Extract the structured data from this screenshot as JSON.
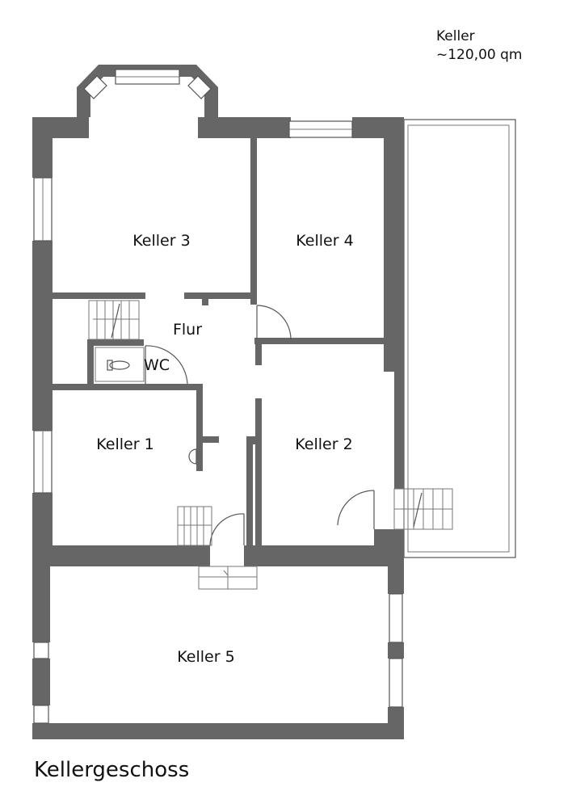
{
  "header": {
    "floor": "Keller",
    "area": "~120,00 qm"
  },
  "title": "Kellergeschoss",
  "rooms": {
    "keller3": "Keller 3",
    "keller4": "Keller 4",
    "flur": "Flur",
    "wc": "WC",
    "keller1": "Keller 1",
    "keller2": "Keller 2",
    "keller5": "Keller 5"
  },
  "colors": {
    "wall": "#666666",
    "background": "#ffffff",
    "line": "#555555"
  }
}
